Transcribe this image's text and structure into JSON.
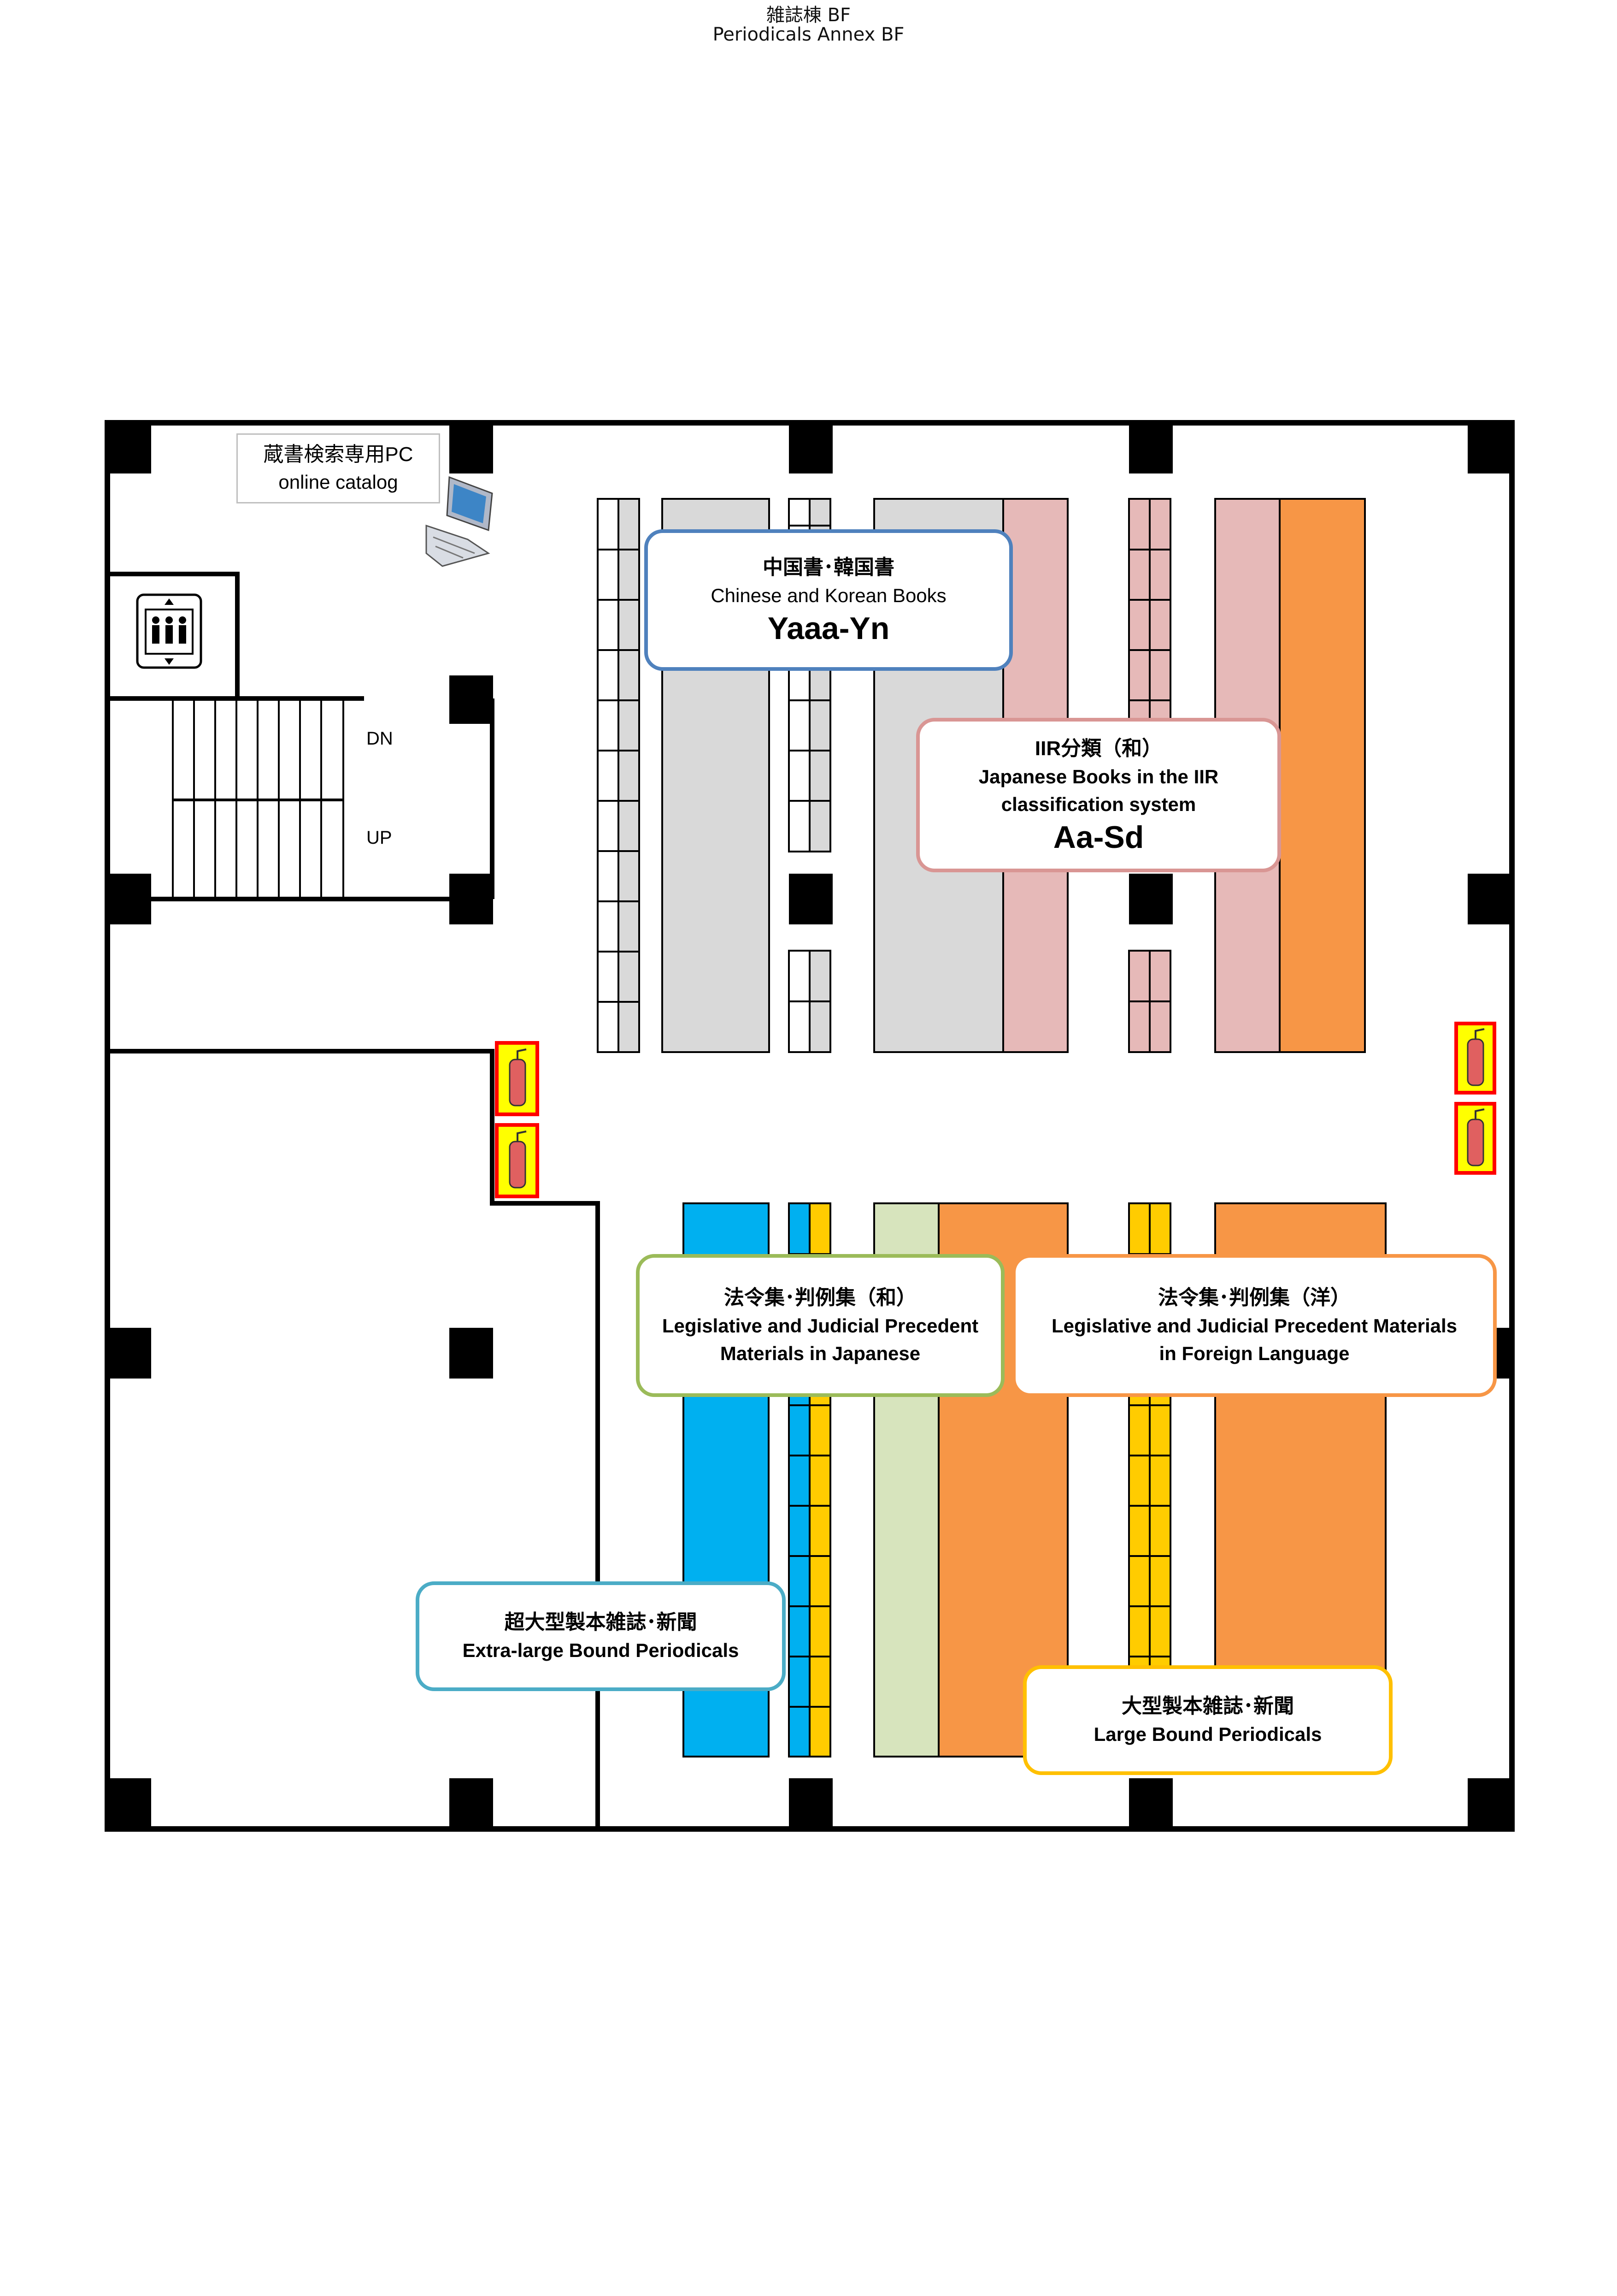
{
  "header": {
    "title_ja": "雑誌棟 BF",
    "title_en": "Periodicals Annex BF"
  },
  "catalog": {
    "label_ja": "蔵書検索専用PC",
    "label_en": "online catalog"
  },
  "stairs": {
    "down": "DN",
    "up": "UP"
  },
  "sections": {
    "chinese_korean": {
      "label_ja": "中国書･韓国書",
      "label_en": "Chinese and Korean Books",
      "range": "Yaaa-Yn",
      "color": "#4f81bd"
    },
    "iir": {
      "label_ja": "IIR分類（和）",
      "label_en_1": "Japanese Books in the IIR",
      "label_en_2": "classification system",
      "range": "Aa-Sd",
      "color": "#d99694"
    },
    "legal_japanese": {
      "label_ja": "法令集･判例集（和）",
      "label_en_1": "Legislative and Judicial Precedent",
      "label_en_2": "Materials in Japanese",
      "color": "#9bbb59"
    },
    "legal_foreign": {
      "label_ja": "法令集･判例集（洋）",
      "label_en_1": "Legislative and Judicial Precedent Materials",
      "label_en_2": "in Foreign Language",
      "color": "#f79646"
    },
    "extra_large": {
      "label_ja": "超大型製本雑誌･新聞",
      "label_en": "Extra-large Bound Periodicals",
      "color": "#4bacc6"
    },
    "large": {
      "label_ja": "大型製本雑誌･新聞",
      "label_en": "Large Bound Periodicals",
      "color": "#ffc000"
    }
  },
  "colors": {
    "gray_shelf": "#d9d9d9",
    "pink_shelf": "#e6b9b8",
    "orange_shelf": "#f79646",
    "blue_shelf": "#00b0f0",
    "yellow_shelf": "#ffcc00",
    "green_shelf": "#d7e4bd",
    "extinguisher_bg": "#ffff00",
    "extinguisher_border": "#ff0000"
  },
  "icons": {
    "elevator": "elevator-icon",
    "computer": "computer-icon",
    "extinguisher": "fire-extinguisher-icon"
  }
}
